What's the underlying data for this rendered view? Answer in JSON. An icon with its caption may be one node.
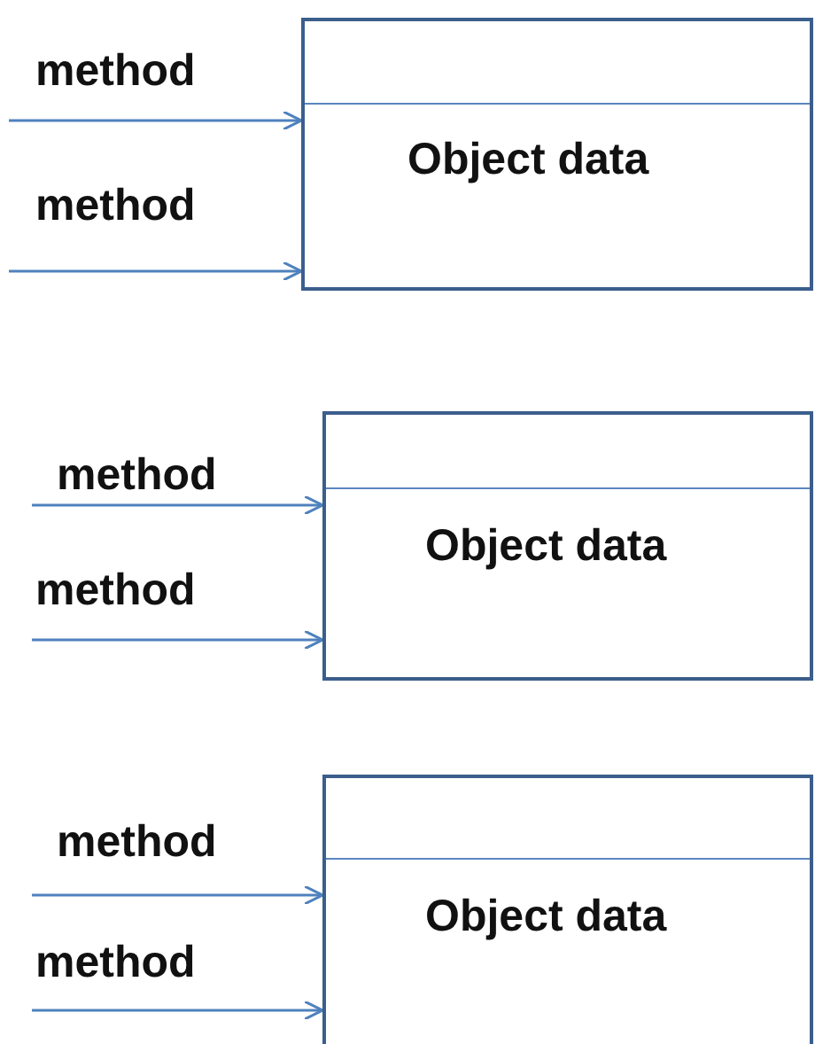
{
  "diagram": {
    "nodes": [
      {
        "text": [
          "Object data"
        ]
      },
      {
        "text": [
          "Object data"
        ]
      },
      {
        "text": [
          "Object data"
        ]
      }
    ],
    "edges": [
      {
        "from": null,
        "to": 0,
        "arrow": "to",
        "label": "method"
      },
      {
        "from": null,
        "to": 0,
        "arrow": "to",
        "label": "method"
      },
      {
        "from": null,
        "to": 1,
        "arrow": "to",
        "label": "method"
      },
      {
        "from": null,
        "to": 1,
        "arrow": "to",
        "label": "method"
      },
      {
        "from": null,
        "to": 2,
        "arrow": "to",
        "label": "method"
      },
      {
        "from": null,
        "to": 2,
        "arrow": "to",
        "label": "method"
      }
    ]
  }
}
